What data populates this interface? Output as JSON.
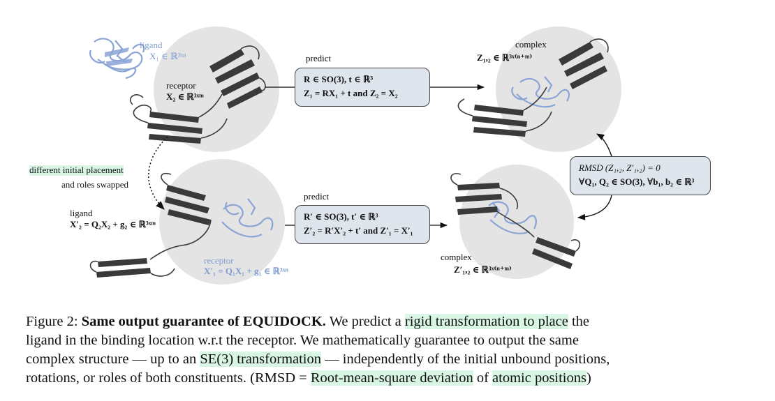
{
  "figure": {
    "top_left": {
      "ligand_label": "ligand",
      "ligand_math": "X₁ ∈ ℝ³ˣⁿ",
      "receptor_label": "receptor",
      "receptor_math": "X₂ ∈ ℝ³ˣᵐ"
    },
    "top_box": {
      "title": "predict",
      "line1": "R ∈ SO(3), t ∈ ℝ³",
      "line2": "Z₁ = RX₁ + t and Z₂ = X₂"
    },
    "top_right": {
      "complex_label": "complex",
      "complex_math": "Z₁,₂ ∈ ℝ³ˣ⁽ⁿ⁺ᵐ⁾"
    },
    "middle_left": {
      "line1": "different initial placement",
      "line2": "and roles swapped"
    },
    "rmsd_box": {
      "line1": "RMSD (Z₁,₂, Z′₁,₂) = 0",
      "line2": "∀Q₁, Q₂ ∈ SO(3), ∀b₁, b₂ ∈ ℝ³"
    },
    "bottom_left": {
      "ligand_label": "ligand",
      "ligand_math": "X′₂ = Q₂X₂ + g₂ ∈ ℝ³ˣᵐ",
      "receptor_label": "receptor",
      "receptor_math": "X′₁ = Q₁X₁ + g₁ ∈ ℝ³ˣⁿ"
    },
    "bottom_box": {
      "title": "predict",
      "line1": "R′ ∈ SO(3), t′ ∈ ℝ³",
      "line2": "Z′₂ = R′X′₂ + t′ and Z′₁ = X′₁"
    },
    "bottom_right": {
      "complex_label": "complex",
      "complex_math": "Z′₁,₂ ∈ ℝ³ˣ⁽ⁿ⁺ᵐ⁾"
    }
  },
  "caption": {
    "prefix": "Figure 2: ",
    "bold": "Same output guarantee of EQUIDOCK.",
    "t1": " We predict a ",
    "h1": "rigid transformation to place",
    "t2": " the",
    "line2": "ligand in the binding location w.r.t the receptor. We mathematically guarantee to output the same",
    "t3": "complex structure — up to an ",
    "h2": "SE(3) transformation",
    "t4": " — independently of the initial unbound positions,",
    "t5": "rotations, or roles of both constituents. (RMSD = ",
    "h3": "Root-mean-square deviation",
    "t6": " of ",
    "h4": "atomic positions",
    "t7": ")"
  },
  "colors": {
    "circle": "#e4e4e4",
    "dark_protein": "#3a3a3a",
    "blue_protein": "#8aa4d6",
    "box_fill": "#dfe5ec",
    "highlight": "#d9f5e4"
  }
}
